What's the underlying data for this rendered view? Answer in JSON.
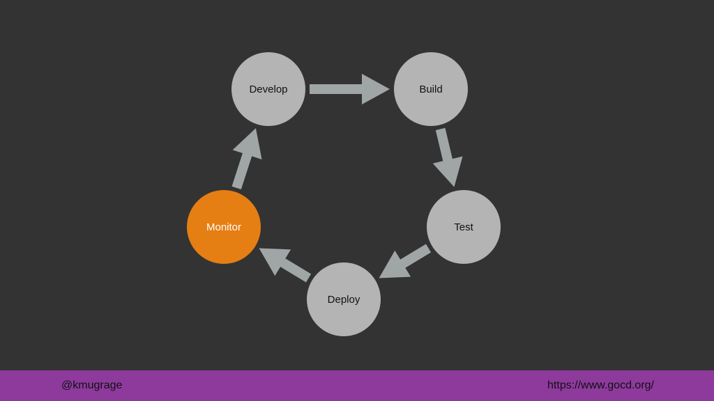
{
  "diagram": {
    "nodes": [
      {
        "id": "develop",
        "label": "Develop",
        "highlighted": false
      },
      {
        "id": "build",
        "label": "Build",
        "highlighted": false
      },
      {
        "id": "test",
        "label": "Test",
        "highlighted": false
      },
      {
        "id": "deploy",
        "label": "Deploy",
        "highlighted": false
      },
      {
        "id": "monitor",
        "label": "Monitor",
        "highlighted": true
      }
    ],
    "edges": [
      {
        "from": "develop",
        "to": "build"
      },
      {
        "from": "build",
        "to": "test"
      },
      {
        "from": "test",
        "to": "deploy"
      },
      {
        "from": "deploy",
        "to": "monitor"
      },
      {
        "from": "monitor",
        "to": "develop"
      }
    ]
  },
  "footer": {
    "left_text": "@kmugrage",
    "right_text": "https://www.gocd.org/"
  },
  "colors": {
    "background": "#333333",
    "node": "#B4B4B4",
    "highlight": "#E57E13",
    "arrow": "#A0A6A6",
    "footer": "#8E3A9D",
    "text_dark": "#111111",
    "text_light": "#FFFFFF"
  }
}
